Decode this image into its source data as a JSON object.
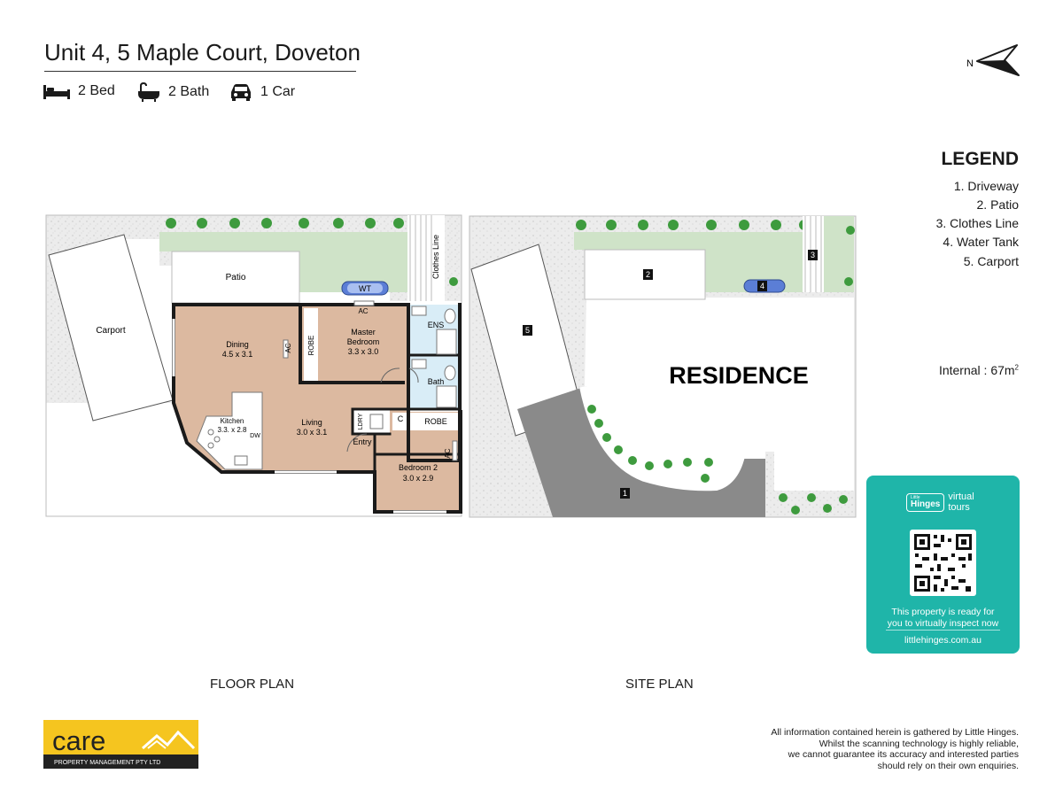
{
  "header": {
    "title": "Unit 4, 5 Maple Court, Doveton"
  },
  "features": [
    {
      "icon": "bed-icon",
      "label": "2 Bed"
    },
    {
      "icon": "bath-icon",
      "label": "2 Bath"
    },
    {
      "icon": "car-icon",
      "label": "1 Car"
    }
  ],
  "compass": {
    "label": "N"
  },
  "legend": {
    "title": "LEGEND",
    "items": [
      "1. Driveway",
      "2. Patio",
      "3. Clothes Line",
      "4. Water Tank",
      "5. Carport"
    ]
  },
  "internal_area": {
    "label": "Internal :",
    "value": "67m",
    "unit_sup": "2"
  },
  "floor_plan": {
    "caption": "FLOOR PLAN",
    "rooms": {
      "carport": "Carport",
      "patio": "Patio",
      "wt": "WT",
      "clothes_line": "Clothes Line",
      "dining_name": "Dining",
      "dining_size": "4.5 x 3.1",
      "master_name_1": "Master",
      "master_name_2": "Bedroom",
      "master_size": "3.3 x 3.0",
      "robe_vertical": "ROBE",
      "ens": "ENS",
      "bath": "Bath",
      "kitchen_name": "Kitchen",
      "kitchen_size": "3.3. x 2.8",
      "dw": "DW",
      "living_name": "Living",
      "living_size": "3.0 x 3.1",
      "ldry": "LDRY",
      "c": "C",
      "robe": "ROBE",
      "entry": "Entry",
      "bedroom2_name": "Bedroom 2",
      "bedroom2_size": "3.0 x 2.9",
      "ac": "AC"
    }
  },
  "site_plan": {
    "caption": "SITE PLAN",
    "residence": "RESIDENCE",
    "markers": [
      "1",
      "2",
      "3",
      "4",
      "5"
    ]
  },
  "virtual_tour": {
    "brand_top": "Little",
    "brand": "Hinges",
    "word1": "virtual",
    "word2": "tours",
    "message_1": "This property is ready for",
    "message_2": "you to virtually inspect now",
    "url": "littlehinges.com.au"
  },
  "company": {
    "name": "care",
    "sub": "PROPERTY MANAGEMENT PTY LTD"
  },
  "disclaimer": [
    "All information contained herein is gathered by Little Hinges.",
    "Whilst the scanning technology is highly reliable,",
    "we cannot guarantee its accuracy and interested parties",
    "should rely on their own enquiries."
  ],
  "colors": {
    "floor_wood": "#dcb9a0",
    "wall": "#1a1a1a",
    "lawn": "#cfe3c8",
    "gravel": "#e9e9e9",
    "driveway": "#8a8a8a",
    "wet_area": "#d9edf7",
    "water_tank": "#5b7ed6",
    "shrub": "#3e9b3e",
    "card_teal": "#1fb5a9",
    "care_yellow": "#f5c51f"
  }
}
